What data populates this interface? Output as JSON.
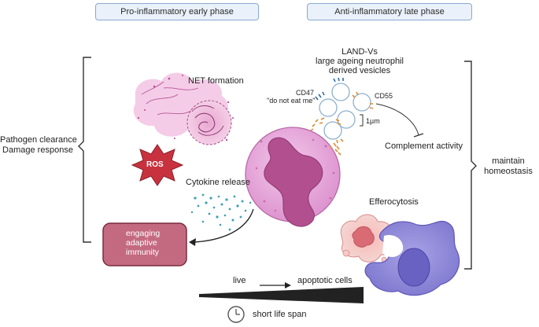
{
  "phases": {
    "early": "Pro-inflammatory early phase",
    "late": "Anti-inflammatory late phase"
  },
  "left": {
    "line1": "Pathogen clearance",
    "line2": "Damage response"
  },
  "right": {
    "line1": "maintain",
    "line2": "homeostasis"
  },
  "labels": {
    "net": "NET formation",
    "ros": "ROS",
    "cytokine": "Cytokine release",
    "adaptive": [
      "engaging",
      "adaptive",
      "immunity"
    ],
    "landv": [
      "LAND-Vs",
      "large ageing neutrophil",
      "derived vesicles"
    ],
    "cd47": "CD47",
    "dont_eat": "\"do not eat me\"",
    "cd55": "CD55",
    "scale": "1µm",
    "complement": "Complement activity",
    "efferocytosis": "Efferocytosis",
    "live": "live",
    "apoptotic": "apoptotic cells",
    "lifespan": "short life span"
  },
  "colors": {
    "phase_border": "#8aa9cf",
    "phase_fill": "#eaf1fa",
    "neutrophil": "#e6a6d8",
    "nucleus": "#b24f8e",
    "adaptive_box": "#c46a80",
    "macrophage": "#8d86d6",
    "ros": "#c8323f"
  }
}
